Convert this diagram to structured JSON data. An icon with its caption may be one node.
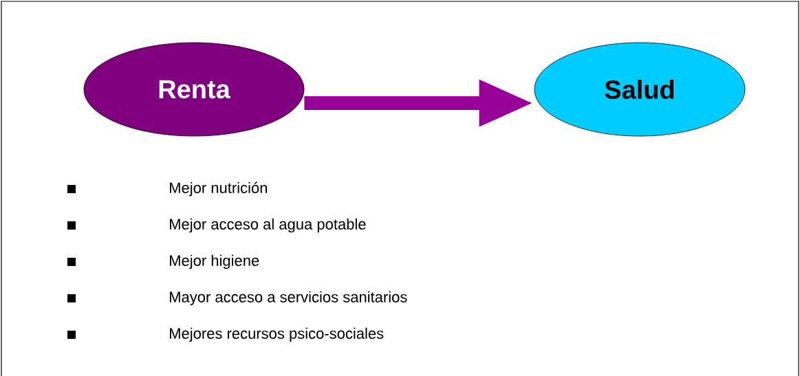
{
  "diagram": {
    "nodes": [
      {
        "text": [
          "Renta"
        ]
      },
      {
        "text": [
          "Salud"
        ]
      }
    ],
    "edges": [
      {
        "from": 0,
        "to": 1,
        "arrow": "to"
      }
    ],
    "labels": [
      "Mejor nutrición",
      "Mejor acceso al agua potable",
      "Mejor higiene",
      "Mayor acceso a servicios sanitarios",
      "Mejores recursos psico-sociales"
    ]
  }
}
